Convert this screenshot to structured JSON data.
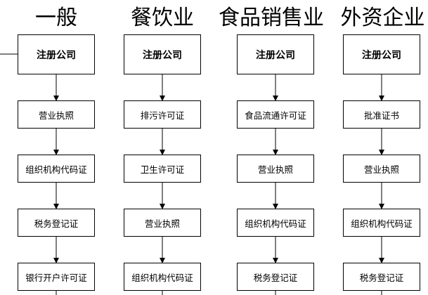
{
  "columns": [
    {
      "heading": "一般",
      "steps": [
        "注册公司",
        "营业执照",
        "组织机构代码证",
        "税务登记证",
        "银行开户许可证"
      ]
    },
    {
      "heading": "餐饮业",
      "steps": [
        "注册公司",
        "排污许可证",
        "卫生许可证",
        "营业执照",
        "组织机构代码证"
      ]
    },
    {
      "heading": "食品销售业",
      "steps": [
        "注册公司",
        "食品流通许可证",
        "营业执照",
        "组织机构代码证",
        "税务登记证"
      ]
    },
    {
      "heading": "外资企业",
      "steps": [
        "注册公司",
        "批准证书",
        "营业执照",
        "组织机构代码证",
        "税务登记证"
      ]
    }
  ]
}
